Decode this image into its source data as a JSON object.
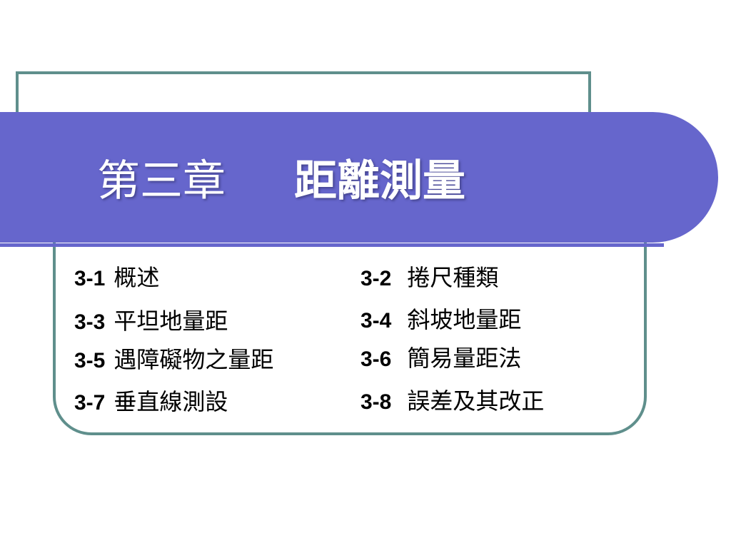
{
  "title": {
    "chapter": "第三章",
    "name": "距離測量"
  },
  "sections": [
    {
      "num": "3-1",
      "label": "概述"
    },
    {
      "num": "3-2",
      "label": "捲尺種類"
    },
    {
      "num": "3-3",
      "label": "平坦地量距"
    },
    {
      "num": "3-4",
      "label": "斜坡地量距"
    },
    {
      "num": "3-5",
      "label": "遇障礙物之量距"
    },
    {
      "num": "3-6",
      "label": "簡易量距法"
    },
    {
      "num": "3-7",
      "label": "垂直線測設"
    },
    {
      "num": "3-8",
      "label": "誤差及其改正"
    }
  ],
  "colors": {
    "band": "#6666cc",
    "frame": "#5f8f8c",
    "title_text": "#ffffff"
  }
}
